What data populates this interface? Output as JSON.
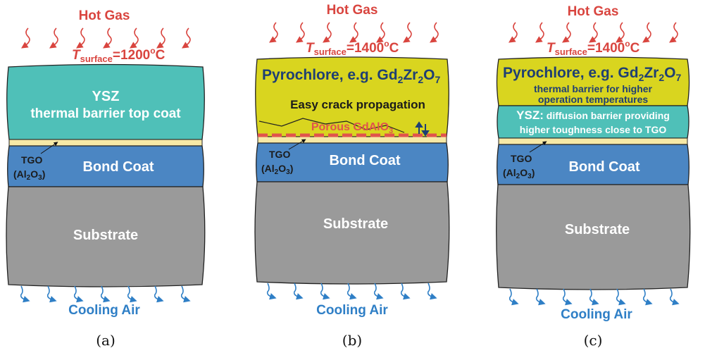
{
  "colors": {
    "ysz": "#4fc0b8",
    "pyrochlore": "#d9d51f",
    "tgo": "#f6e9a6",
    "bond_coat": "#4b86c3",
    "substrate": "#9a9a9a",
    "hot_arrow": "#d9453f",
    "cool_arrow": "#2f7fc6",
    "porous": "#e0544c"
  },
  "panel_a": {
    "hot_gas": "Hot Gas",
    "t_symbol": "T",
    "t_sub": "surface",
    "t_value": "=1200",
    "t_deg": "o",
    "t_unit": "C",
    "top_coat_line1": "YSZ",
    "top_coat_line2": "thermal barrier top coat",
    "tgo": "TGO",
    "tgo_formula_a": "(Al",
    "tgo_formula_b": "2",
    "tgo_formula_c": "O",
    "tgo_formula_d": "3",
    "tgo_formula_e": ")",
    "bond_coat": "Bond Coat",
    "substrate": "Substrate",
    "cooling_air": "Cooling Air",
    "caption": "(a)"
  },
  "panel_b": {
    "hot_gas": "Hot Gas",
    "t_symbol": "T",
    "t_sub": "surface",
    "t_value": "=1400",
    "t_deg": "o",
    "t_unit": "C",
    "pyro_a": "Pyrochlore, e.g. Gd",
    "pyro_b": "2",
    "pyro_c": "Zr",
    "pyro_d": "2",
    "pyro_e": "O",
    "pyro_f": "7",
    "crack": "Easy crack propagation",
    "porous_a": "Porous GdAlO",
    "porous_b": "3",
    "tgo": "TGO",
    "tgo_formula_a": "(Al",
    "tgo_formula_b": "2",
    "tgo_formula_c": "O",
    "tgo_formula_d": "3",
    "tgo_formula_e": ")",
    "bond_coat": "Bond Coat",
    "substrate": "Substrate",
    "cooling_air": "Cooling Air",
    "caption": "(b)"
  },
  "panel_c": {
    "hot_gas": "Hot Gas",
    "t_symbol": "T",
    "t_sub": "surface",
    "t_value": "=1400",
    "t_deg": "o",
    "t_unit": "C",
    "pyro_a": "Pyrochlore, e.g. Gd",
    "pyro_b": "2",
    "pyro_c": "Zr",
    "pyro_d": "2",
    "pyro_e": "O",
    "pyro_f": "7",
    "pyro_line2": "thermal barrier for higher",
    "pyro_line3": "operation temperatures",
    "ysz_a": "YSZ:",
    "ysz_b": " diffusion barrier providing",
    "ysz_line2": "higher toughness close to TGO",
    "tgo": "TGO",
    "tgo_formula_a": "(Al",
    "tgo_formula_b": "2",
    "tgo_formula_c": "O",
    "tgo_formula_d": "3",
    "tgo_formula_e": ")",
    "bond_coat": "Bond Coat",
    "substrate": "Substrate",
    "cooling_air": "Cooling Air",
    "caption": "(c)"
  }
}
